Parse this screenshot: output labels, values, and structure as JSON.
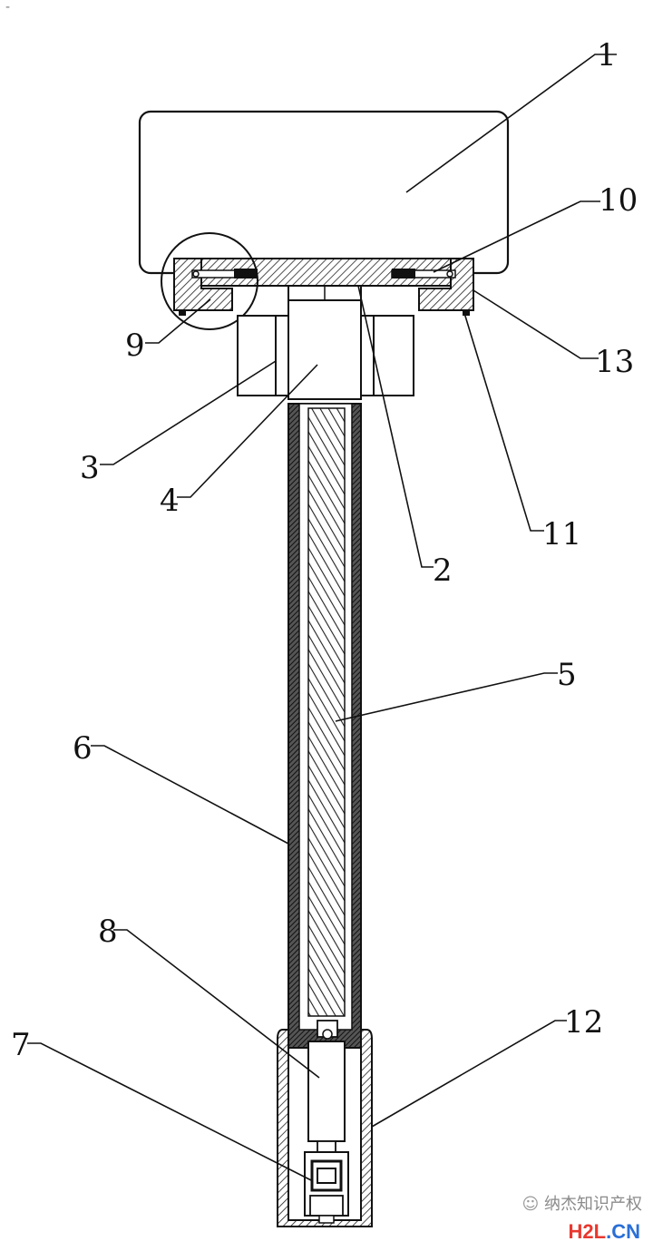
{
  "corner_mark": "-",
  "callouts": {
    "c1": "1",
    "c2": "2",
    "c3": "3",
    "c4": "4",
    "c5": "5",
    "c6": "6",
    "c7": "7",
    "c8": "8",
    "c9": "9",
    "c10": "10",
    "c11": "11",
    "c12": "12",
    "c13": "13"
  },
  "watermark": {
    "icon": "wechat-icon",
    "text": "纳杰知识产权",
    "site_h2l": "H2L",
    "site_cn": ".CN"
  }
}
